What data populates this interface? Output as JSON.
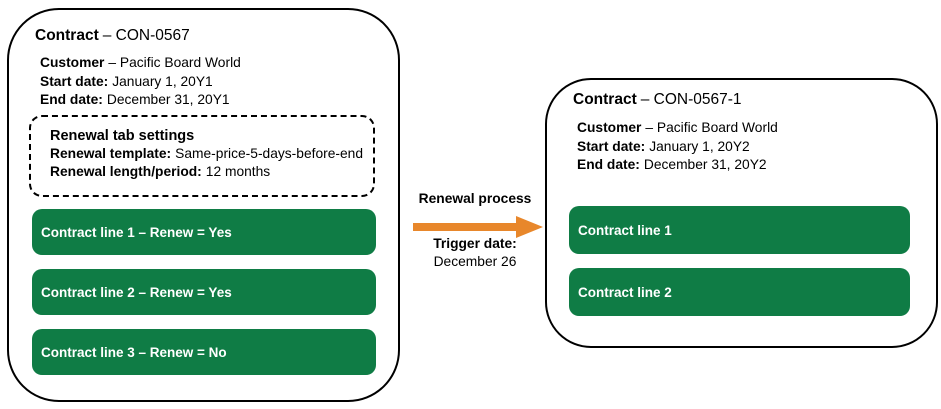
{
  "colors": {
    "green": "#0F7C45",
    "orange": "#E8872B",
    "border": "#000000"
  },
  "left_card": {
    "title_label": "Contract",
    "title_value": "– CON-0567",
    "fields": [
      {
        "label": "Customer",
        "value": "– Pacific Board World"
      },
      {
        "label": "Start date:",
        "value": "January 1, 20Y1"
      },
      {
        "label": "End date:",
        "value": "December 31, 20Y1"
      }
    ],
    "renewal_settings": {
      "title": "Renewal tab settings",
      "rows": [
        {
          "label": "Renewal template:",
          "value": "Same-price-5-days-before-end"
        },
        {
          "label": "Renewal length/period:",
          "value": "12 months"
        }
      ]
    },
    "lines": [
      "Contract line 1 – Renew = Yes",
      "Contract line 2 – Renew = Yes",
      "Contract line 3 – Renew = No"
    ]
  },
  "arrow": {
    "label": "Renewal process",
    "trigger_label": "Trigger date:",
    "trigger_value": "December 26"
  },
  "right_card": {
    "title_label": "Contract",
    "title_value": "– CON-0567-1",
    "fields": [
      {
        "label": "Customer",
        "value": "– Pacific Board World"
      },
      {
        "label": "Start date:",
        "value": "January 1, 20Y2"
      },
      {
        "label": "End date:",
        "value": "December 31, 20Y2"
      }
    ],
    "lines": [
      "Contract line 1",
      "Contract line 2"
    ]
  }
}
